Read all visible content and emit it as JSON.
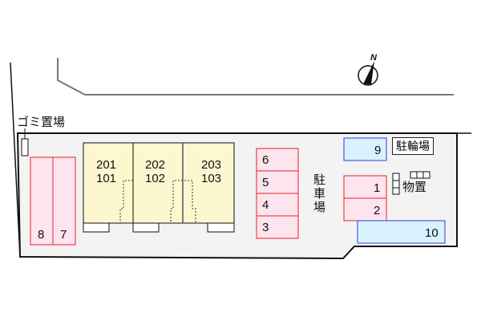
{
  "compass": {
    "label": "N"
  },
  "labels": {
    "garbage": "ゴミ置場",
    "parking": "駐車場",
    "bicycle_parking": "駐輪場",
    "storage": "物置"
  },
  "building": {
    "units": [
      {
        "upper": "201",
        "lower": "101"
      },
      {
        "upper": "202",
        "lower": "102"
      },
      {
        "upper": "203",
        "lower": "103"
      }
    ]
  },
  "parking_spaces": {
    "car": [
      "1",
      "2",
      "3",
      "4",
      "5",
      "6",
      "7",
      "8"
    ],
    "wide": [
      "9",
      "10"
    ]
  },
  "colors": {
    "building_fill": "#fdf7cf",
    "car_space_fill": "#fde4ee",
    "car_space_stroke": "#e8202c",
    "wide_space_fill": "#daf2fd",
    "wide_space_stroke": "#2b3be6",
    "lot_fill": "#f3f3f3"
  }
}
